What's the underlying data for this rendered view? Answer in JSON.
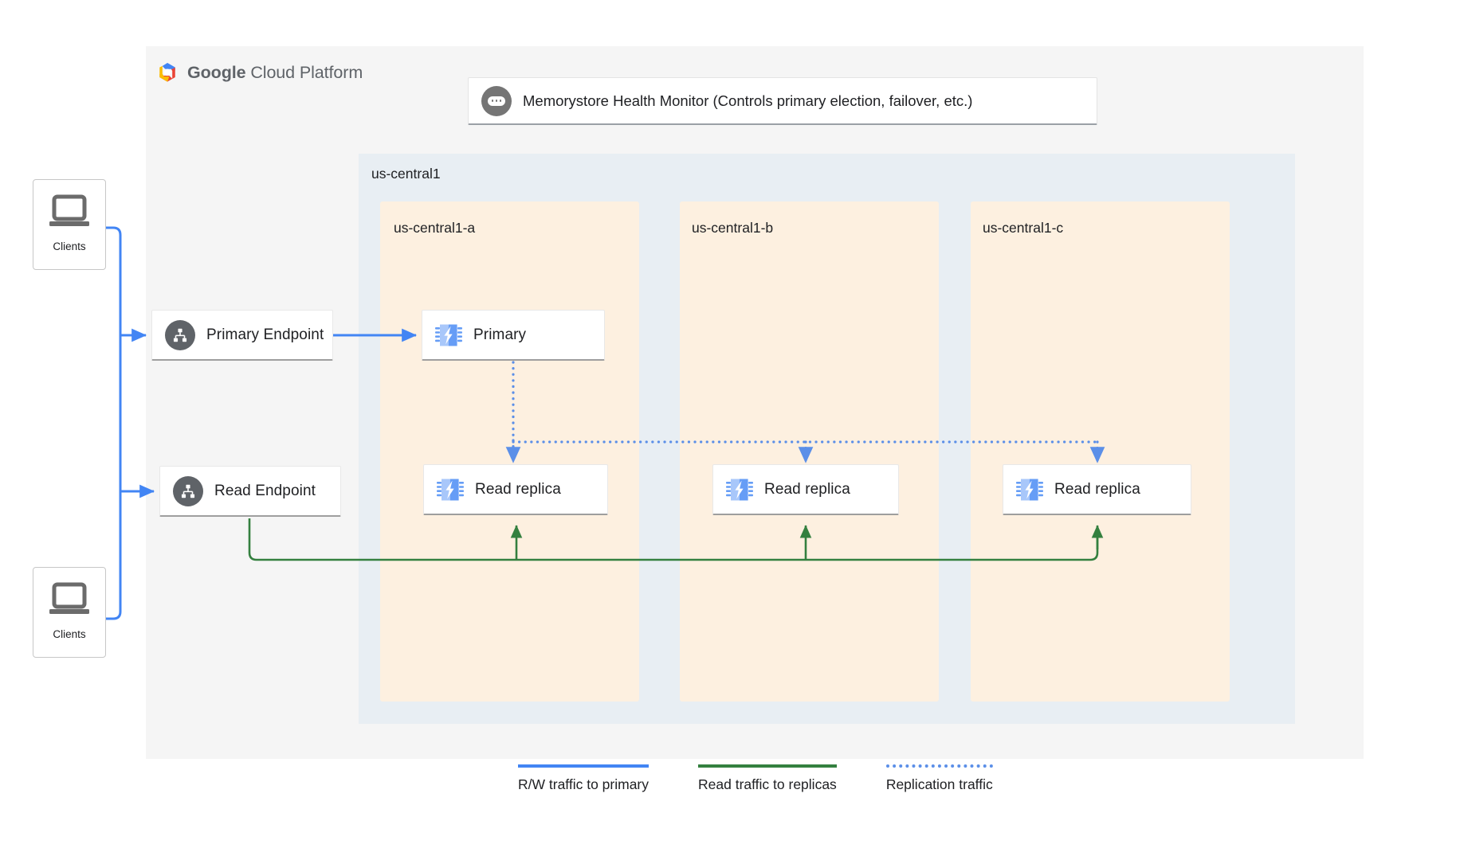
{
  "platform": {
    "brand_bold": "Google",
    "brand_light": "Cloud Platform",
    "logo_icon": "gcp-hexagon-logo"
  },
  "health_monitor": {
    "icon": "health-monitor-dots-icon",
    "label": "Memorystore Health Monitor (Controls primary election, failover, etc.)"
  },
  "region": {
    "label": "us-central1",
    "zones": [
      {
        "label": "us-central1-a",
        "node_label": "Primary",
        "node_icon": "memorystore-chip-icon"
      },
      {
        "label": "us-central1-b",
        "node_label": "Read replica",
        "node_icon": "memorystore-chip-icon"
      },
      {
        "label": "us-central1-c",
        "node_label": "Read replica",
        "node_icon": "memorystore-chip-icon"
      }
    ],
    "replica_a_label": "Read replica"
  },
  "endpoints": [
    {
      "label": "Primary Endpoint",
      "icon": "sitemap-icon"
    },
    {
      "label": "Read Endpoint",
      "icon": "sitemap-icon"
    }
  ],
  "clients": [
    {
      "label": "Clients",
      "icon": "laptop-icon"
    },
    {
      "label": "Clients",
      "icon": "laptop-icon"
    }
  ],
  "legend": [
    {
      "label": "R/W traffic to primary",
      "style": "solid",
      "color": "#4285f4"
    },
    {
      "label": "Read traffic to replicas",
      "style": "solid",
      "color": "#34803f"
    },
    {
      "label": "Replication traffic",
      "style": "dotted",
      "color": "#5b8fe8"
    }
  ],
  "colors": {
    "panel_background": "#f5f5f5",
    "region_background": "#e8eef3",
    "zone_background": "#fdf0e0",
    "rw_traffic": "#4285f4",
    "read_traffic": "#34803f",
    "replication_traffic": "#5b8fe8",
    "icon_gray": "#5f6368",
    "chip_blue": "#669df6",
    "chip_blue_light": "#a8c7fa"
  }
}
